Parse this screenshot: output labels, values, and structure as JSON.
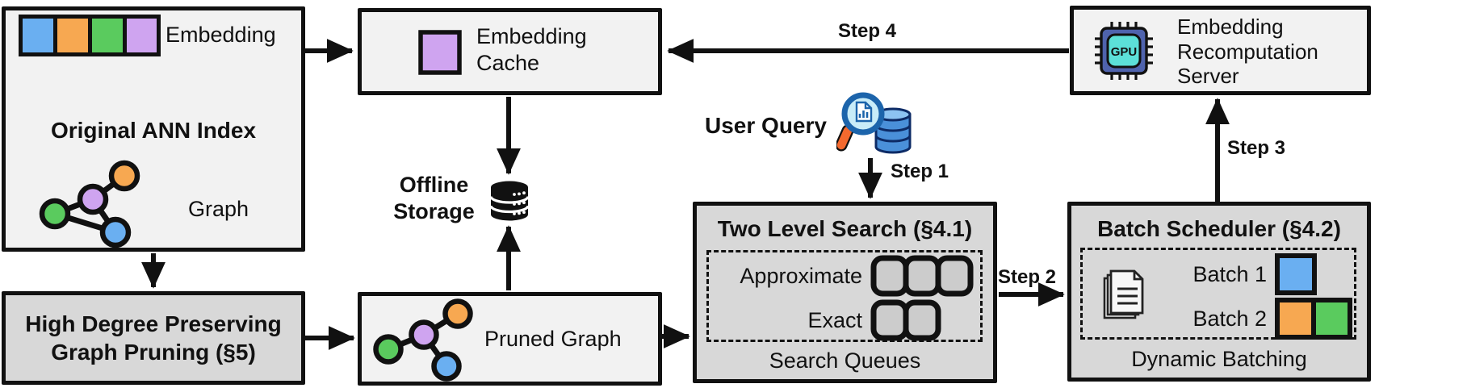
{
  "nodes": {
    "original_index": {
      "title": "Original ANN Index",
      "embedding_label": "Embedding",
      "graph_label": "Graph"
    },
    "embedding_cache": {
      "label": "Embedding Cache"
    },
    "recomputation_server": {
      "label": "Embedding Recomputation Server",
      "gpu_text": "GPU"
    },
    "offline_storage": {
      "label": "Offline Storage"
    },
    "user_query": {
      "label": "User Query"
    },
    "two_level_search": {
      "title": "Two Level Search (§4.1)",
      "row_approximate": "Approximate",
      "row_exact": "Exact",
      "caption": "Search Queues"
    },
    "batch_scheduler": {
      "title": "Batch Scheduler (§4.2)",
      "row_batch1": "Batch 1",
      "row_batch2": "Batch 2",
      "caption": "Dynamic Batching"
    },
    "graph_pruning": {
      "title": "High Degree Preserving Graph Pruning (§5)"
    },
    "pruned_graph": {
      "label": "Pruned Graph"
    }
  },
  "steps": {
    "step1": "Step 1",
    "step2": "Step 2",
    "step3": "Step 3",
    "step4": "Step 4"
  },
  "colors": {
    "blue": "#6aaff1",
    "orange": "#f7a851",
    "green": "#5acb5e",
    "purple": "#cfa4f0",
    "box_light": "#f2f2f2",
    "box_gray": "#d8d8d8",
    "queue_fill": "#cccccc",
    "outline": "#111111",
    "gpu_body": "#4f63ad",
    "gpu_screen": "#5ce0d8",
    "magnifier_rim": "#1c64ab",
    "magnifier_lens": "#c8ecf8",
    "magnifier_handle": "#f4692e",
    "db_blue": "#4a90d9",
    "db_blue_top": "#8cc3f2",
    "db_outline": "#0d2b66"
  }
}
